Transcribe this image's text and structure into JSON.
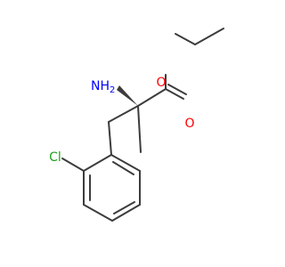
{
  "molecule": {
    "atoms": {
      "nh2": {
        "label": "NH",
        "sub": "2",
        "color": "#0000ff"
      },
      "o_ether": {
        "label": "O",
        "color": "#ff0000"
      },
      "o_carbonyl": {
        "label": "O",
        "color": "#ff0000"
      },
      "cl": {
        "label": "Cl",
        "color": "#1fa21f"
      }
    },
    "bond_color": "#3c3c3c"
  }
}
